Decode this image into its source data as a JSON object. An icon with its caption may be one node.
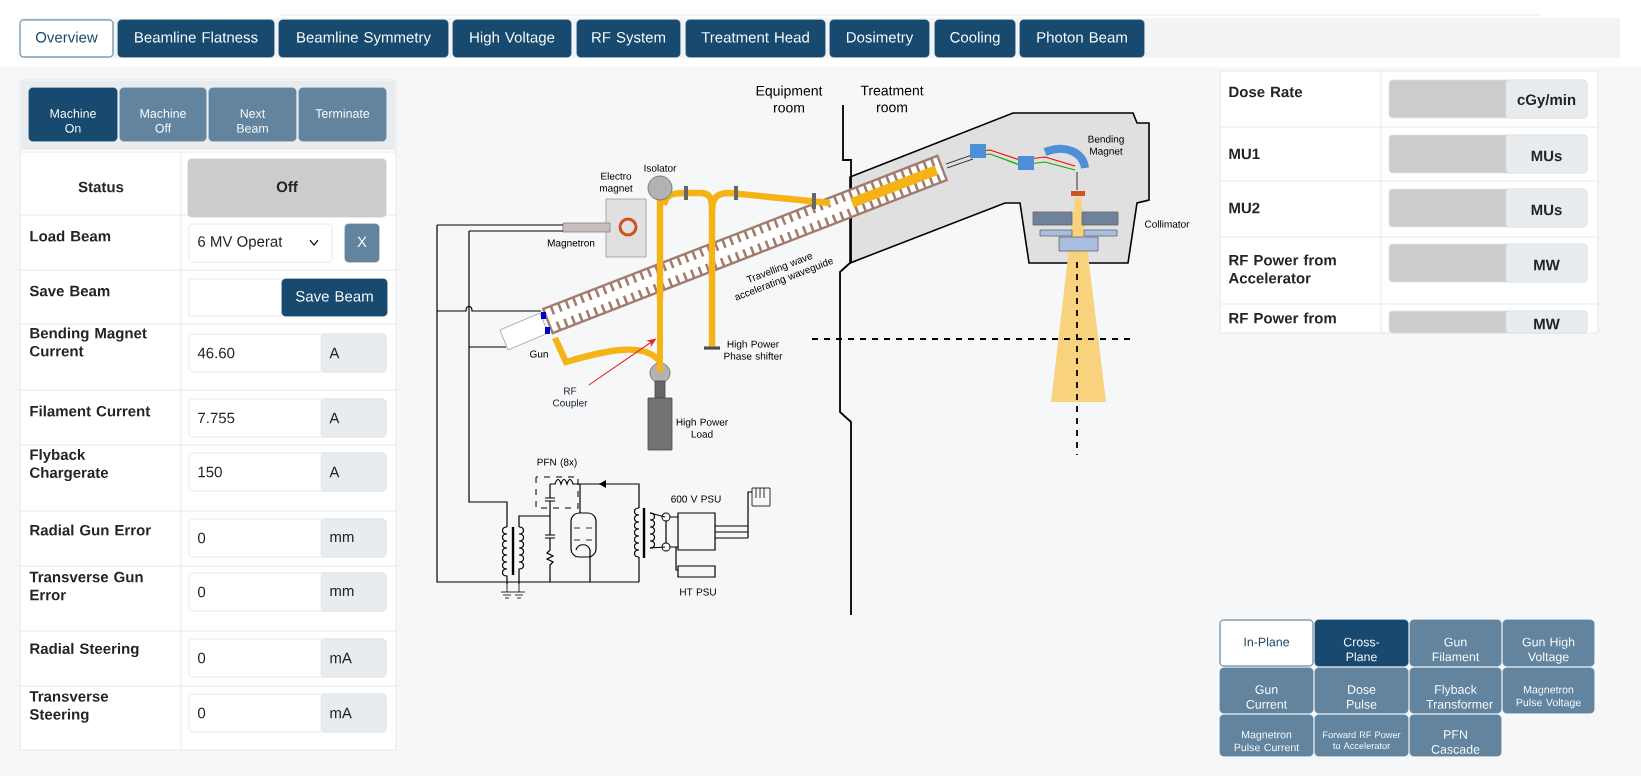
{
  "diagram": {
    "nodes": [
      {
        "text": [
          "Overview"
        ]
      },
      {
        "text": [
          "Beamline Flatness"
        ]
      },
      {
        "text": [
          "Beamline Symmetry"
        ]
      },
      {
        "text": [
          "High Voltage"
        ]
      },
      {
        "text": [
          "RF System"
        ]
      },
      {
        "text": [
          "Treatment Head"
        ]
      },
      {
        "text": [
          "Dosimetry"
        ]
      },
      {
        "text": [
          "Cooling"
        ]
      },
      {
        "text": [
          "Photon Beam"
        ]
      },
      {
        "text": [
          "Machine On"
        ]
      },
      {
        "text": [
          "Machine Off"
        ]
      },
      {
        "text": [
          "Next Beam"
        ]
      },
      {
        "text": [
          "Terminate"
        ]
      },
      {
        "text": [
          "Off"
        ]
      },
      {
        "text": [
          "6 MV Operat"
        ]
      },
      {
        "text": [
          "X"
        ]
      },
      {
        "text": [],
        "shape": "box"
      },
      {
        "text": [
          "Save Beam"
        ]
      },
      {
        "text": [
          "46.60",
          "A"
        ]
      },
      {
        "text": [
          "7.755",
          "A"
        ]
      },
      {
        "text": [
          "150",
          "A"
        ]
      },
      {
        "text": [
          "0",
          "mm"
        ]
      },
      {
        "text": [
          "0",
          "mm"
        ]
      },
      {
        "text": [
          "0",
          "mA"
        ]
      },
      {
        "text": [
          "0",
          "mA"
        ]
      },
      {
        "text": [
          "cGy/min"
        ]
      },
      {
        "text": [
          "MUs"
        ]
      },
      {
        "text": [
          "MUs"
        ]
      },
      {
        "text": [
          "MW"
        ]
      },
      {
        "text": [
          "MW"
        ]
      },
      {
        "text": [
          "RF Coupler"
        ]
      },
      {
        "text": [
          "In-Plane"
        ]
      },
      {
        "text": [
          "Cross-Plane"
        ]
      },
      {
        "text": [
          "Gun Filament"
        ]
      },
      {
        "text": [
          "Gun High Voltage"
        ]
      },
      {
        "text": [
          "Gun Current"
        ]
      },
      {
        "text": [
          "Dose Pulse"
        ]
      },
      {
        "text": [
          "Flyback Transformer"
        ]
      },
      {
        "text": [
          "Magnetron Pulse Voltage"
        ]
      },
      {
        "text": [
          "Magnetron Pulse Current"
        ]
      },
      {
        "text": [
          "Forward RF Power to Accelerator"
        ]
      },
      {
        "text": [
          "PFN Cascade"
        ]
      },
      {
        "text": [],
        "shape": "bar"
      }
    ],
    "edges": [
      {
        "from": 30,
        "to": 42,
        "arrow": "to",
        "color": "#e0282e"
      }
    ],
    "labels": [
      "Status",
      "Load Beam",
      "Save Beam",
      "Bending Magnet Current",
      "Filament Current",
      "Flyback Chargerate",
      "Radial Gun Error",
      "Transverse Gun Error",
      "Radial Steering",
      "Transverse Steering",
      "Dose Rate",
      "MU1",
      "MU2",
      "RF Power from Accelerator",
      "RF Power from",
      "Equipment room",
      "Treatment room",
      "Bending Magnet",
      "Isolator",
      "Electro magnet",
      "Collimator",
      "Magnetron",
      "Travelling wave accelerating waveguide",
      "High Power Phase shifter",
      "Gun",
      "High Power Load",
      "PFN (8x)",
      "600 V PSU",
      "HT PSU"
    ]
  }
}
